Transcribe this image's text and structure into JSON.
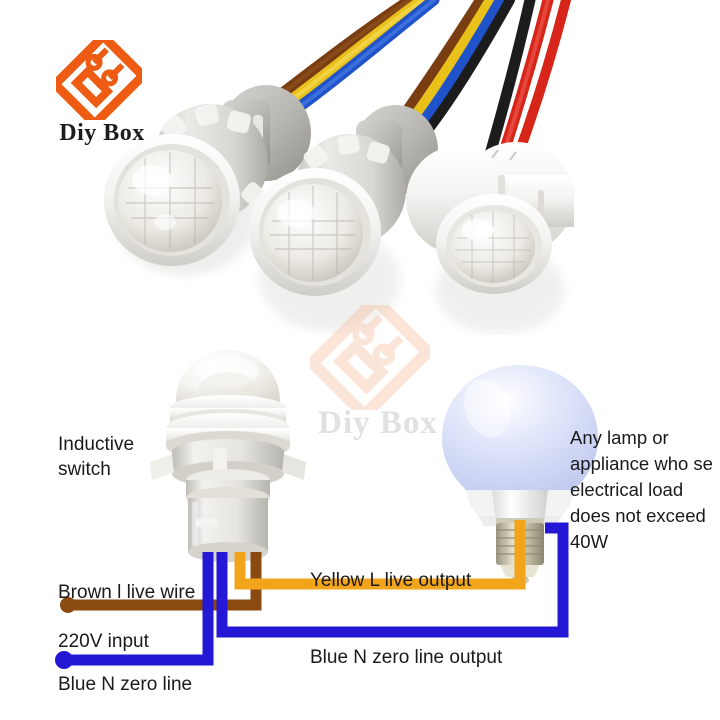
{
  "brand": {
    "name_first": "D",
    "name_rest": "IY",
    "name_second_first": "B",
    "name_second_rest": "OX",
    "full_name": "Diy Box",
    "logo_color": "#EE5B12"
  },
  "watermark": {
    "full_name": "Diy Box",
    "logo_color": "#F7C0A4",
    "text_color": "#BBBBBB"
  },
  "labels": {
    "inductive_switch": "Inductive switch",
    "any_lamp": "Any lamp or appliance who se electrical load does not exceed 40W",
    "brown_live_wire": "Brown l live wire",
    "input_voltage": "220V input",
    "blue_zero_line": "Blue N zero line",
    "yellow_live_output": "Yellow L live output",
    "blue_zero_line_output": "Blue N zero line output"
  },
  "colors": {
    "wire_brown": "#8A4A10",
    "wire_blue": "#2417D6",
    "wire_yellow": "#F2A41B",
    "wire_red": "#E02A1E",
    "wire_black": "#1A1A1A",
    "sensor_body": "#F2F2F0",
    "bulb_glass": "#D7DCF5",
    "bulb_base": "#C9C2A8",
    "text": "#1A1A1A"
  },
  "photo": {
    "description": "Three white PIR motion sensor modules with Fresnel lens domes and colored lead wires",
    "sensor_count": 3,
    "wire_colors": [
      "red",
      "black",
      "blue",
      "yellow",
      "brown"
    ]
  },
  "diagram": {
    "sensor_wires": [
      "blue",
      "blue",
      "yellow",
      "brown"
    ],
    "lamp_type": "LED bulb E27",
    "max_load": "40W"
  }
}
